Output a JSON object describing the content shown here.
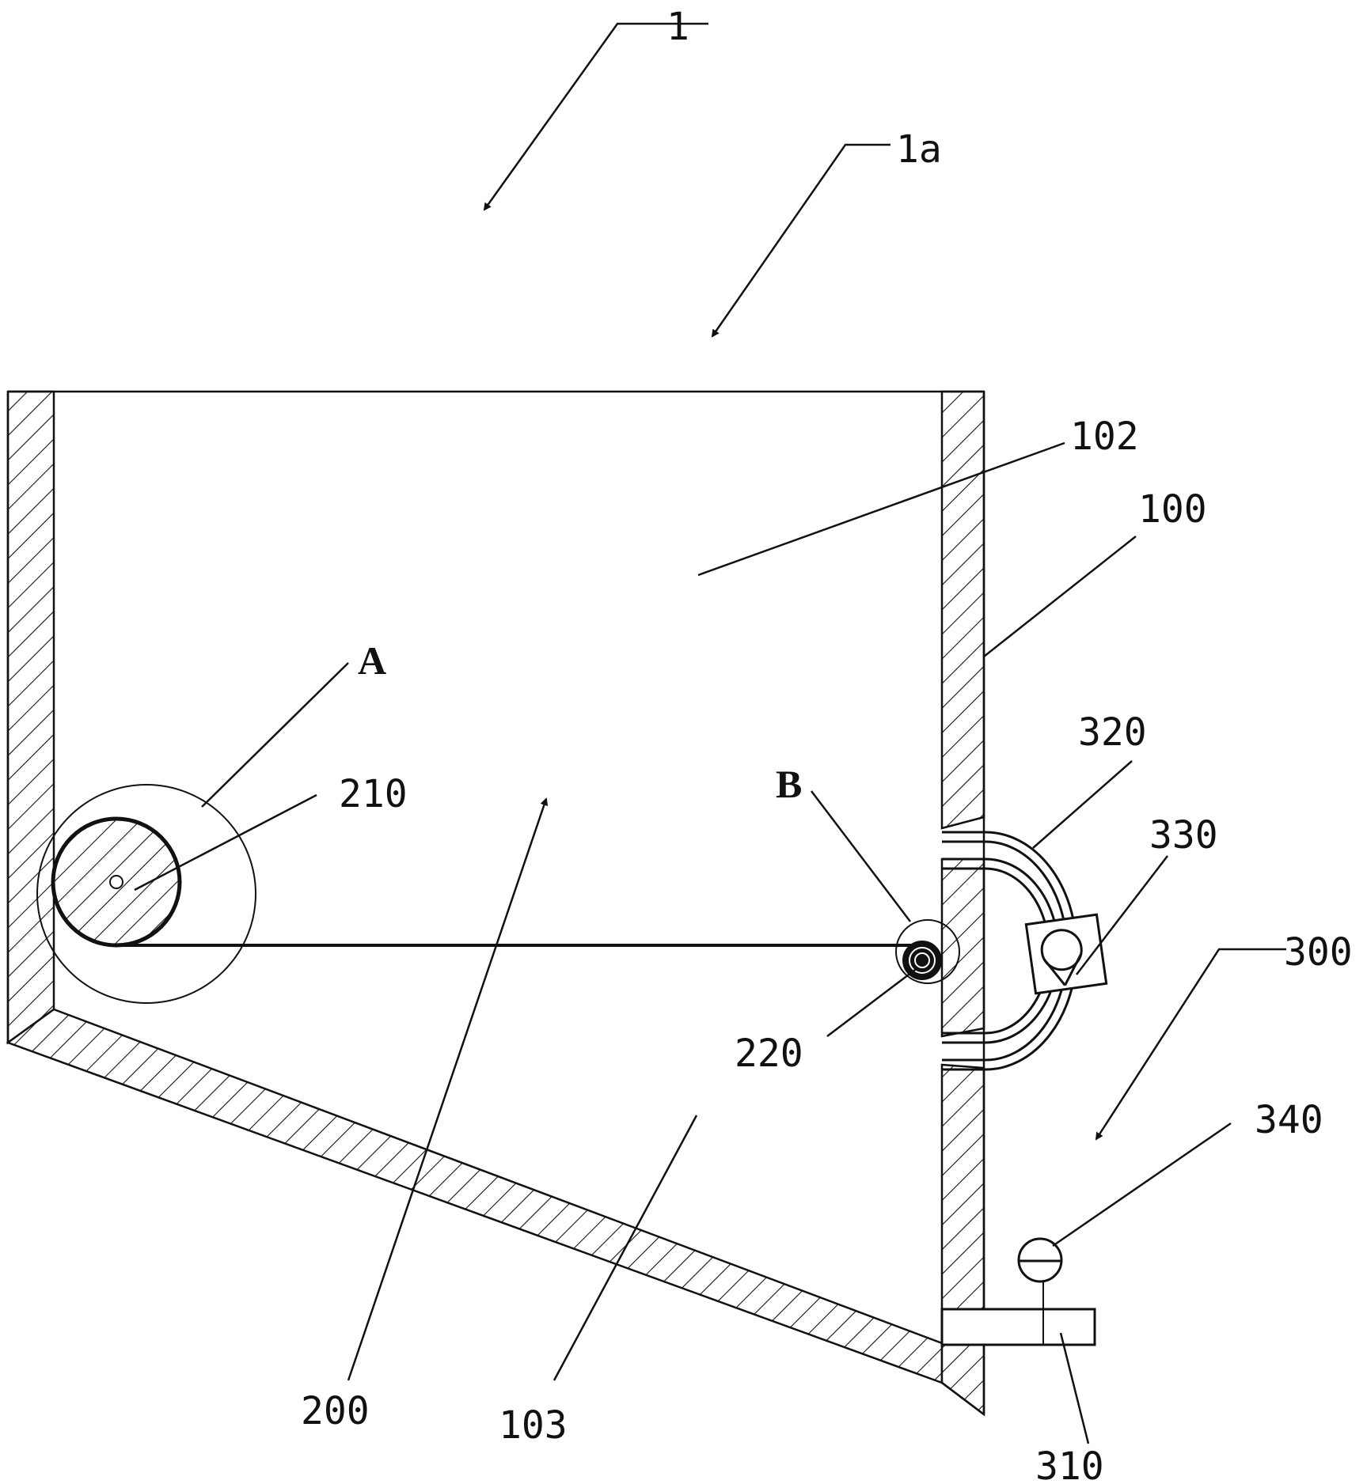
{
  "labels": {
    "l1": "1",
    "l1a": "1a",
    "l102": "102",
    "l100": "100",
    "lA": "A",
    "l210": "210",
    "l320": "320",
    "l330": "330",
    "lB": "B",
    "l300": "300",
    "l220": "220",
    "l340": "340",
    "l200": "200",
    "l103": "103",
    "l310": "310"
  },
  "colors": {
    "line": "#111111",
    "background": "#ffffff"
  }
}
